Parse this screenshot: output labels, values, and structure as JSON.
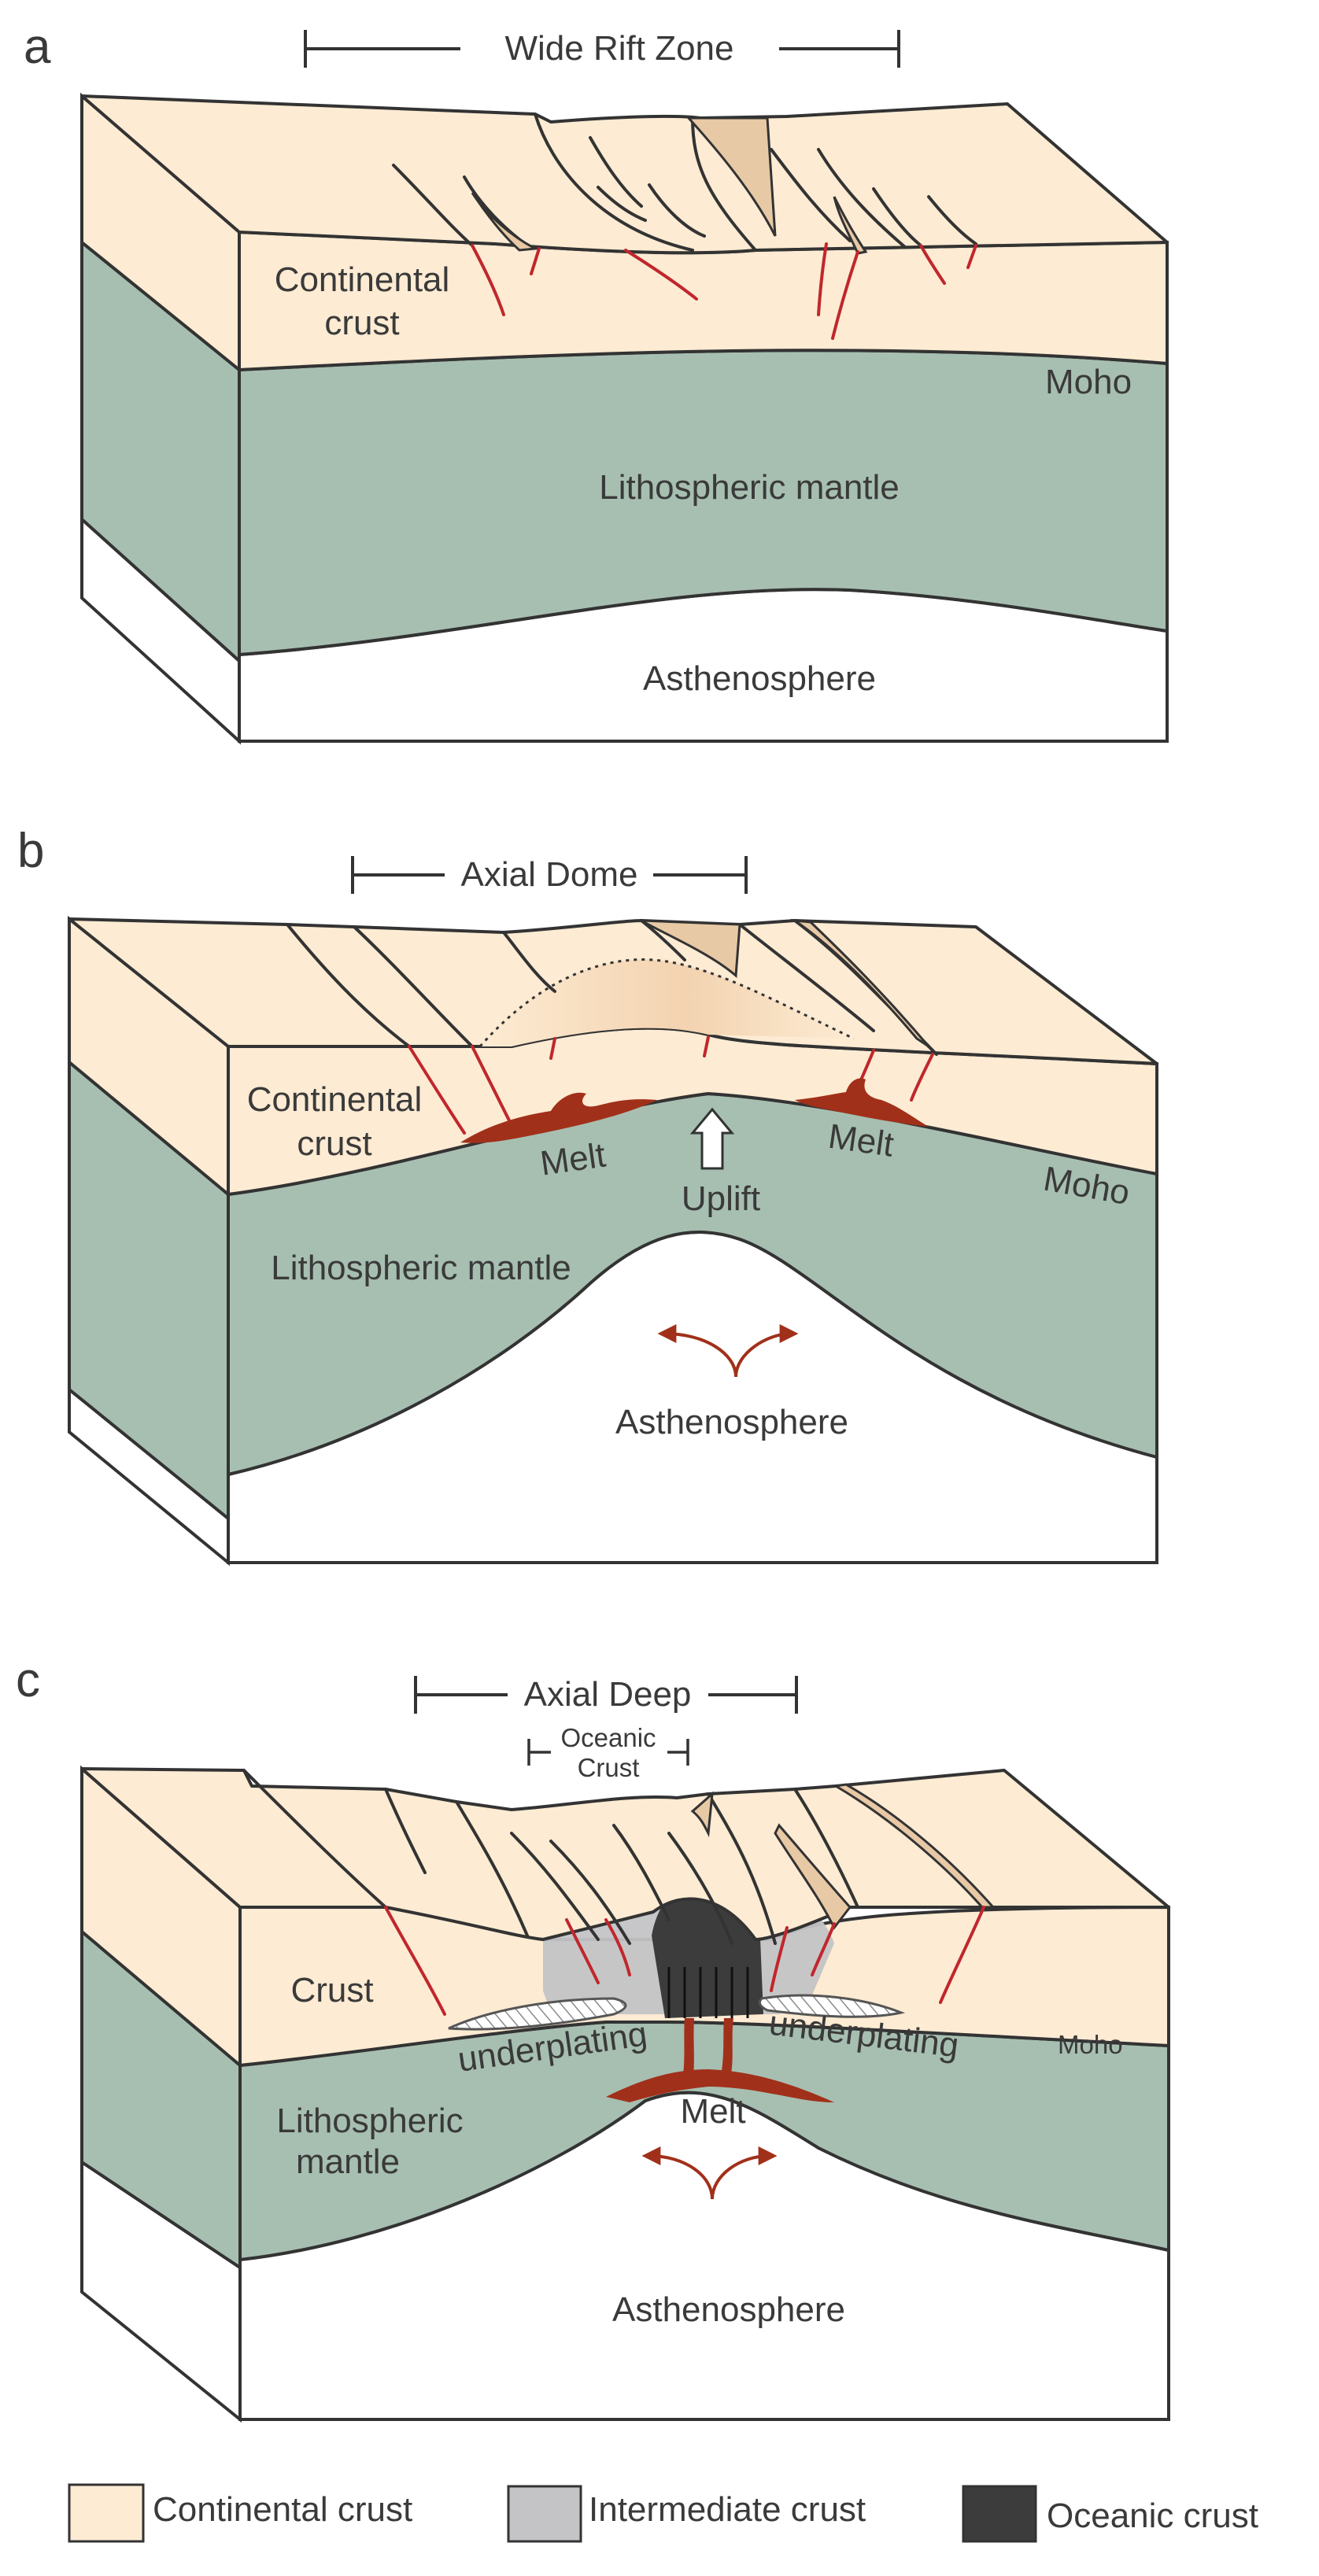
{
  "colors": {
    "continental_crust": "#fdebd3",
    "lithospheric_mantle": "#a7bfb1",
    "asthenosphere": "#ffffff",
    "intermediate_crust": "#c4c4c6",
    "oceanic_crust": "#3c3c3c",
    "fault": "#c0272d",
    "melt": "#a1301a",
    "outline": "#333333"
  },
  "panel_a": {
    "letter": "a",
    "span_label": "Wide Rift Zone",
    "crust_label_1": "Continental",
    "crust_label_2": "crust",
    "moho_label": "Moho",
    "mantle_label": "Lithospheric mantle",
    "asthenosphere_label": "Asthenosphere"
  },
  "panel_b": {
    "letter": "b",
    "span_label": "Axial Dome",
    "crust_label_1": "Continental",
    "crust_label_2": "crust",
    "melt_left": "Melt",
    "melt_right": "Melt",
    "uplift_label": "Uplift",
    "moho_label": "Moho",
    "mantle_label": "Lithospheric mantle",
    "asthenosphere_label": "Asthenosphere"
  },
  "panel_c": {
    "letter": "c",
    "span_label": "Axial Deep",
    "inner_span_1": "Oceanic",
    "inner_span_2": "Crust",
    "crust_label": "Crust",
    "underplating_left": "underplating",
    "underplating_right": "underplating",
    "melt_label": "Melt",
    "moho_label": "Moho",
    "mantle_label_1": "Lithospheric",
    "mantle_label_2": "mantle",
    "asthenosphere_label": "Asthenosphere"
  },
  "legend": {
    "items": [
      {
        "label": "Continental crust",
        "color": "#fdebd3"
      },
      {
        "label": "Intermediate crust",
        "color": "#c4c4c6"
      },
      {
        "label": "Oceanic crust",
        "color": "#3c3c3c"
      }
    ]
  }
}
